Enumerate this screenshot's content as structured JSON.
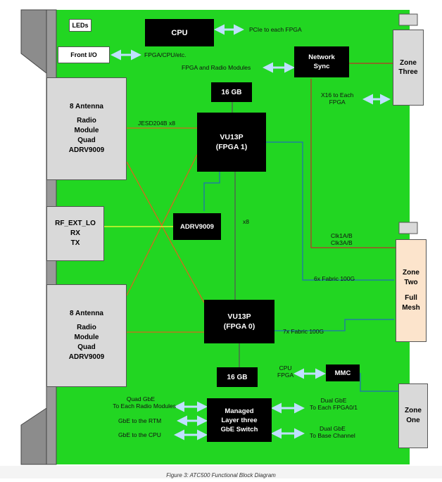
{
  "labels": {
    "leds": "LEDs",
    "front_io": "Front I/O",
    "cpu": "CPU",
    "pcie": "PCIe to each FPGA",
    "fpga_cpu_etc": "FPGA/CPU/etc.",
    "network_sync": [
      "Network",
      "Sync"
    ],
    "fpga_radio_modules": "FPGA and Radio Modules",
    "zone_three": [
      "Zone",
      "Three"
    ],
    "x16_each_fpga": [
      "X16 to Each",
      "FPGA"
    ],
    "mem_top": "16 GB",
    "mem_bottom": "16 GB",
    "radio_top": [
      "8 Antenna",
      "",
      "Radio",
      "Module",
      "Quad",
      "ADRV9009"
    ],
    "radio_bottom": [
      "8 Antenna",
      "",
      "Radio",
      "Module",
      "Quad",
      "ADRV9009"
    ],
    "jesd": "JESD204B x8",
    "fpga1": [
      "VU13P",
      "(FPGA 1)"
    ],
    "fpga0": [
      "VU13P",
      "(FPGA 0)"
    ],
    "rf_ext": [
      "RF_EXT_LO",
      "RX",
      "TX"
    ],
    "adrv": "ADRV9009",
    "x8": "x8",
    "clk": [
      "Clk1A/B",
      "Clk3A/B"
    ],
    "fabric6": "6x Fabric 100G",
    "fabric7": "7x Fabric 100G",
    "zone_two": [
      "Zone",
      "Two",
      "",
      "Full",
      "Mesh"
    ],
    "cpu_fpga": [
      "CPU",
      "FPGA"
    ],
    "mmc": "MMC",
    "zone_one": [
      "Zone",
      "One"
    ],
    "switch": [
      "Managed",
      "Layer three",
      "GbE Switch"
    ],
    "quad_gbe": [
      "Quad GbE",
      "To  Each Radio Modules"
    ],
    "gbe_rtm": "GbE to the RTM",
    "gbe_cpu": "GbE to the CPU",
    "dual_gbe_fpga": [
      "Dual GbE",
      "To  Each FPGA0/1"
    ],
    "dual_gbe_base": [
      "Dual GbE",
      "To  Base Channel"
    ],
    "caption": "Figure 3: ATC500 Functional Block Diagram"
  },
  "colors": {
    "board": "#22d622",
    "orange": "#d2691e",
    "blue": "#1f6fb5",
    "red": "#c0302a",
    "yellow": "#ffff33",
    "gray_line": "#555555",
    "arrow": "#bfe0ff"
  }
}
